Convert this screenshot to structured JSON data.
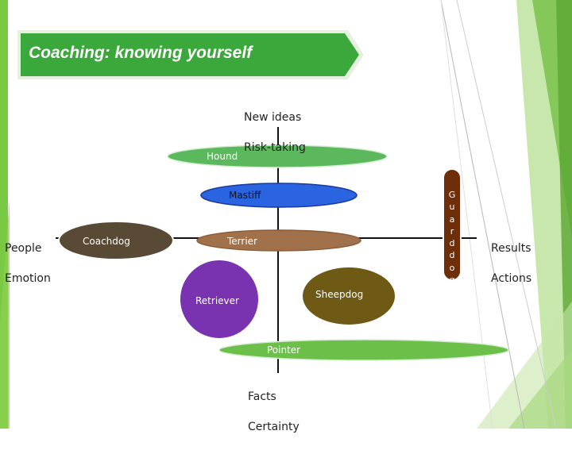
{
  "title": "Coaching: knowing yourself",
  "axes": {
    "top": [
      "New ideas",
      "Risk-taking"
    ],
    "bottom": [
      "Facts",
      "Certainty"
    ],
    "left": [
      "People",
      "Emotion"
    ],
    "right": [
      "Results",
      "Actions"
    ]
  },
  "types": {
    "hound": "Hound",
    "mastiff": "Mastiff",
    "coachdog": "Coachdog",
    "terrier": "Terrier",
    "guarddog": "Guarddog",
    "sheepdog": "Sheepdog",
    "retriever": "Retriever",
    "pointer": "Pointer"
  },
  "colors": {
    "banner": "#3aa83a",
    "hound": "#5cb85c",
    "mastiff": "#2a64e0",
    "coachdog": "#594a36",
    "terrier": "#a0714a",
    "guarddog": "#6e2e0a",
    "sheepdog": "#6e5a14",
    "retriever": "#7a33b0",
    "pointer": "#6cc04a"
  }
}
